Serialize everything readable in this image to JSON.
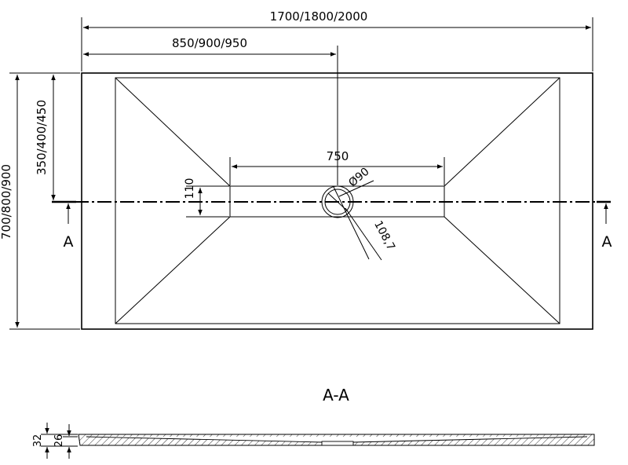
{
  "dimensions": {
    "total_length": "1700/1800/2000",
    "drain_position_x": "850/900/950",
    "channel_length": "750",
    "drain_diameter": "Ø90",
    "drain_span": "108,7",
    "channel_width": "110",
    "drain_position_y": "350/400/450",
    "total_width": "700/800/900",
    "profile_total_height": "32",
    "profile_inner_height": "26"
  },
  "section": {
    "marker_left": "A",
    "marker_right": "A",
    "title": "A-A"
  }
}
